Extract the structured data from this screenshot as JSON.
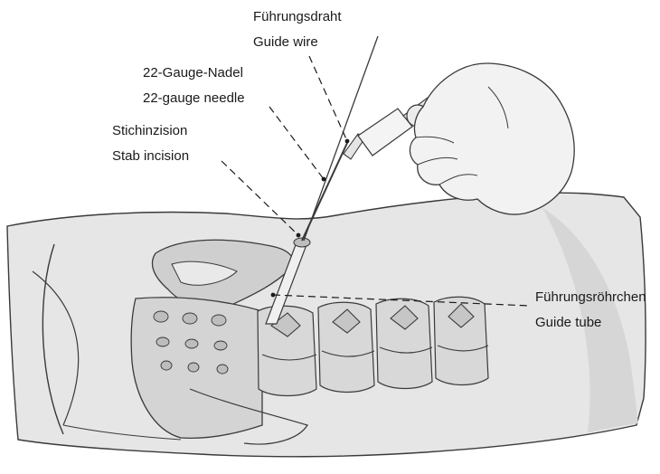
{
  "labels": {
    "guide_wire": {
      "de": "Führungsdraht",
      "en": "Guide wire"
    },
    "needle": {
      "de": "22-Gauge-Nadel",
      "en": "22-gauge needle"
    },
    "incision": {
      "de": "Stichinzision",
      "en": "Stab incision"
    },
    "guide_tube": {
      "de": "Führungsröhrchen",
      "en": "Guide tube"
    }
  },
  "colors": {
    "skin": "#e6e6e6",
    "bone": "#cfcfcf",
    "line": "#3a3a3a",
    "leader": "#1a1a1a",
    "glove": "#f2f2f2"
  }
}
